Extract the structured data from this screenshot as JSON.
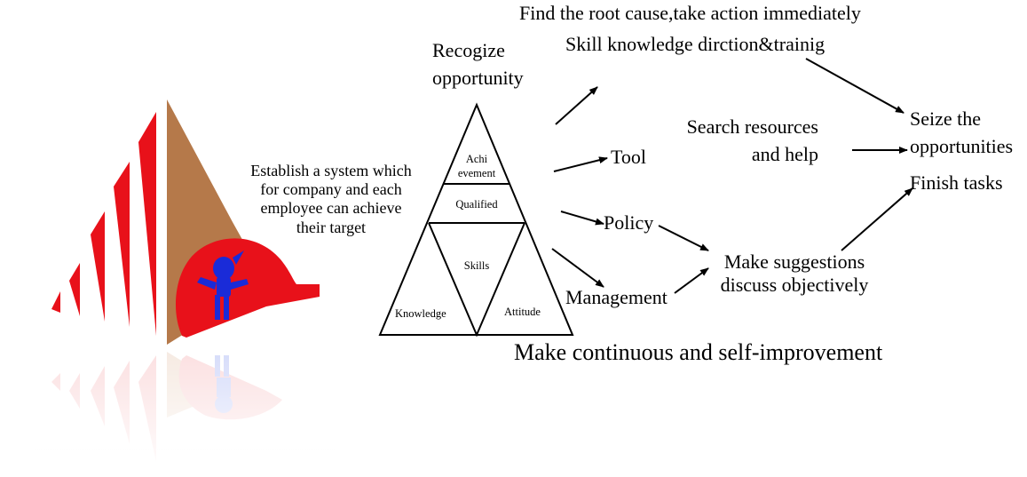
{
  "logo": {
    "name": "company-logo"
  },
  "system_text": "Establish a system which\nfor company and each\nemployee can achieve\ntheir target",
  "pyramid": {
    "top_label": "Recogize\nopportunity",
    "achievement": "Achi\nevement",
    "qualified": "Qualified",
    "skills": "Skills",
    "knowledge": "Knowledge",
    "attitude": "Attitude"
  },
  "flow": {
    "root_cause": "Find the root cause,take action immediately",
    "skill": "Skill knowledge dirction&trainig",
    "tool": "Tool",
    "policy": "Policy",
    "management": "Management",
    "search": "Search resources\nand help",
    "seize": "Seize the\nopportunities",
    "finish": "Finish tasks",
    "suggest": "Make suggestions\ndiscuss objectively",
    "bottom": "Make continuous and self-improvement"
  },
  "colors": {
    "red": "#e8111a",
    "brown": "#b5794a",
    "blue": "#1a2bd8",
    "black": "#000000"
  }
}
